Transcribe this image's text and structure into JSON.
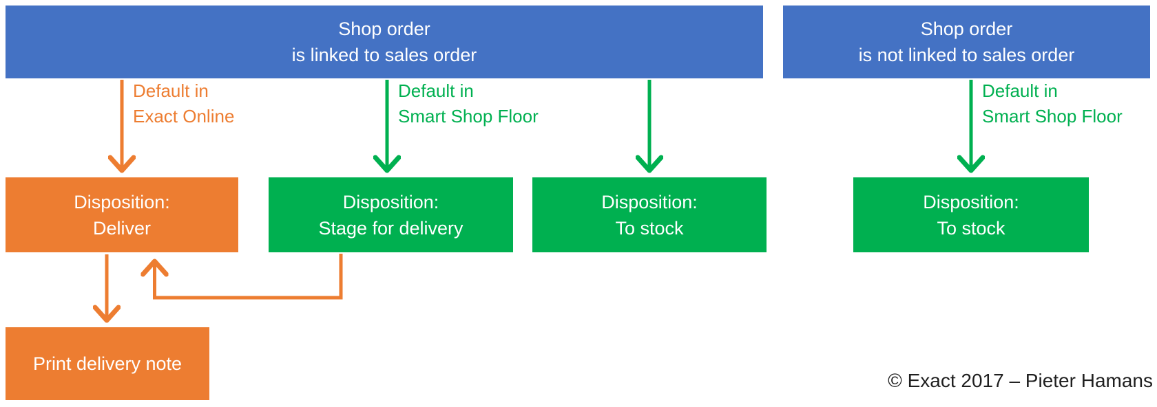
{
  "diagram": {
    "headers": {
      "linked": {
        "line1": "Shop order",
        "line2": "is linked to sales order"
      },
      "not_linked": {
        "line1": "Shop order",
        "line2": "is not linked to sales order"
      }
    },
    "labels": {
      "exact_online": {
        "line1": "Default in",
        "line2": "Exact Online"
      },
      "smart_shop_floor_left": {
        "line1": "Default in",
        "line2": "Smart Shop Floor"
      },
      "smart_shop_floor_right": {
        "line1": "Default in",
        "line2": "Smart Shop Floor"
      }
    },
    "boxes": {
      "deliver": {
        "line1": "Disposition:",
        "line2": "Deliver"
      },
      "stage_for_delivery": {
        "line1": "Disposition:",
        "line2": "Stage for delivery"
      },
      "to_stock_left": {
        "line1": "Disposition:",
        "line2": "To stock"
      },
      "to_stock_right": {
        "line1": "Disposition:",
        "line2": "To stock"
      },
      "print_delivery_note": {
        "label": "Print delivery note"
      }
    },
    "footer": {
      "copyright": "© Exact 2017 – Pieter Hamans"
    },
    "colors": {
      "blue": "#4472C4",
      "orange": "#ED7D31",
      "green": "#00B050",
      "text_on_box": "#FFFFFF",
      "footer_text": "#1F1F1F",
      "background": "#FFFFFF"
    }
  }
}
